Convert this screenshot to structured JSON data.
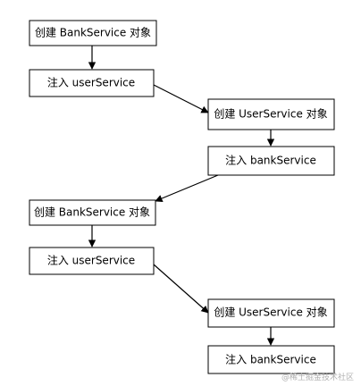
{
  "diagram": {
    "nodes": [
      {
        "id": "n1",
        "label": "创建 BankService 对象"
      },
      {
        "id": "n2",
        "label": "注入 userService"
      },
      {
        "id": "n3",
        "label": "创建 UserService 对象"
      },
      {
        "id": "n4",
        "label": "注入 bankService"
      },
      {
        "id": "n5",
        "label": "创建 BankService 对象"
      },
      {
        "id": "n6",
        "label": "注入 userService"
      },
      {
        "id": "n7",
        "label": "创建 UserService 对象"
      },
      {
        "id": "n8",
        "label": "注入 bankService"
      }
    ],
    "edges": [
      {
        "from": "n1",
        "to": "n2"
      },
      {
        "from": "n2",
        "to": "n3"
      },
      {
        "from": "n3",
        "to": "n4"
      },
      {
        "from": "n4",
        "to": "n5"
      },
      {
        "from": "n5",
        "to": "n6"
      },
      {
        "from": "n6",
        "to": "n7"
      },
      {
        "from": "n7",
        "to": "n8"
      }
    ]
  },
  "watermark": "@稀土掘金技术社区"
}
